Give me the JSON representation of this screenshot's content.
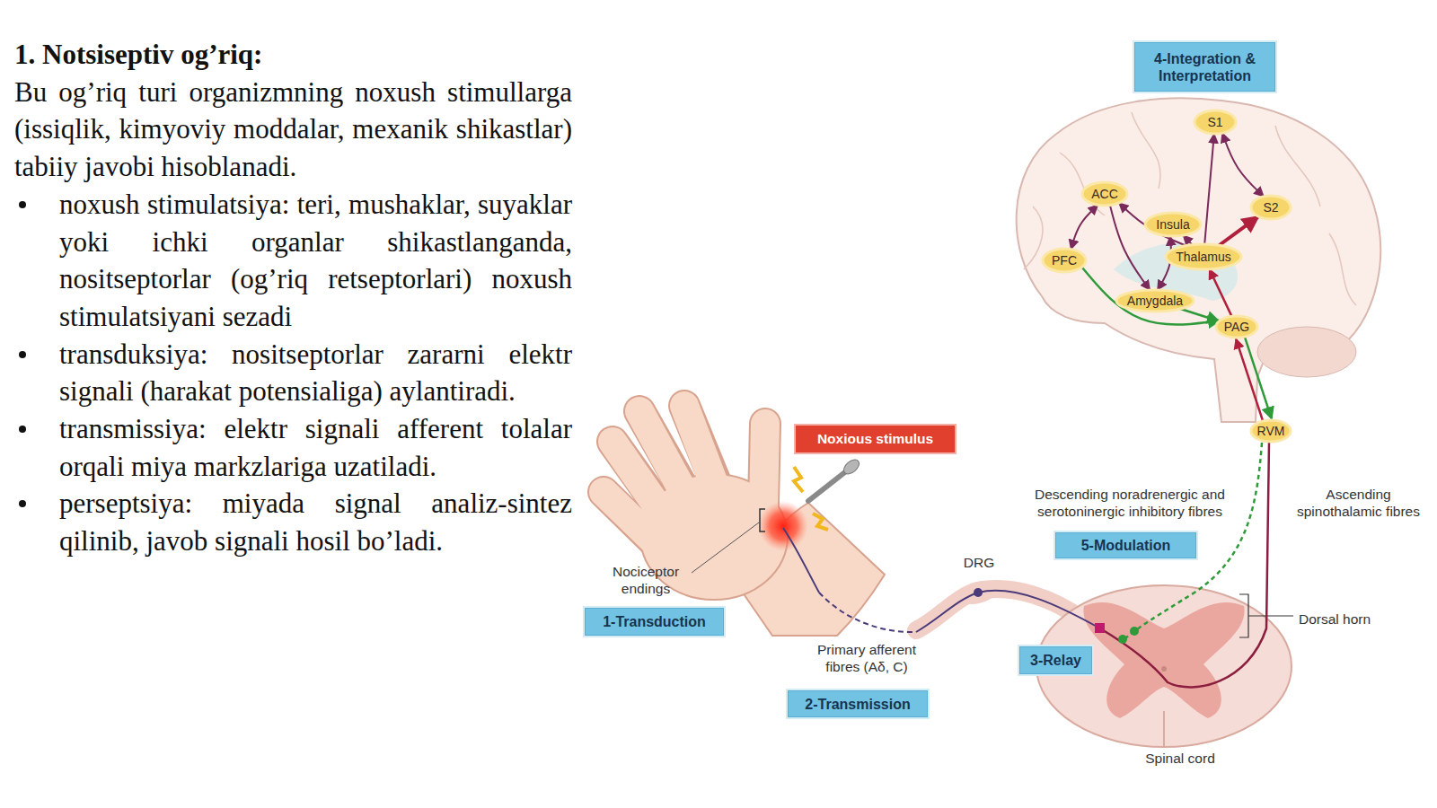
{
  "diagram": {
    "title": "1. Notsiseptiv og’riq:",
    "nodes": [
      {
        "text": [
          "4-Integration & Interpretation"
        ]
      },
      {
        "text": [
          "S1"
        ]
      },
      {
        "text": [
          "ACC"
        ]
      },
      {
        "text": [
          "S2"
        ]
      },
      {
        "text": [
          "Insula"
        ]
      },
      {
        "text": [
          "PFC"
        ]
      },
      {
        "text": [
          "Thalamus"
        ]
      },
      {
        "text": [
          "Amygdala"
        ]
      },
      {
        "text": [
          "PAG"
        ]
      },
      {
        "text": [
          "RVM"
        ]
      },
      {
        "text": [
          "Noxious stimulus"
        ]
      },
      {
        "text": [
          "5-Modulation"
        ]
      },
      {
        "text": [
          "1-Transduction"
        ]
      },
      {
        "text": [
          "3-Relay"
        ]
      },
      {
        "text": [
          "2-Transmission"
        ]
      }
    ],
    "edges": [
      {
        "from": 6,
        "to": 1,
        "arrow": "to"
      },
      {
        "from": 6,
        "to": 3,
        "arrow": "to"
      },
      {
        "from": 1,
        "to": 3,
        "arrow": "both"
      },
      {
        "from": 6,
        "to": 2,
        "arrow": "to"
      },
      {
        "from": 6,
        "to": 4,
        "arrow": "to"
      },
      {
        "from": 4,
        "to": 7,
        "arrow": "both"
      },
      {
        "from": 2,
        "to": 5,
        "arrow": "both"
      },
      {
        "from": 2,
        "to": 7,
        "arrow": "to"
      },
      {
        "from": 5,
        "to": 8,
        "arrow": "to"
      },
      {
        "from": 7,
        "to": 8,
        "arrow": "to"
      },
      {
        "from": 8,
        "to": 9,
        "arrow": "to"
      },
      {
        "from": 9,
        "to": 8,
        "arrow": "to"
      },
      {
        "from": 8,
        "to": 6,
        "arrow": "to"
      }
    ],
    "labels": [
      "Bu og’riq turi organizmning noxush stimullarga (issiqlik, kimyoviy moddalar, mexanik shikastlar) tabiiy javobi hisoblanadi.",
      "noxush stimulatsiya: teri, mushaklar, suyaklar yoki ichki organlar shikastlanganda, nositseptorlar (og’riq retseptorlari) noxush stimulatsiyani sezadi",
      "transduksiya: nositseptorlar zararni elektr signali (harakat potensialiga) aylantiradi.",
      "transmissiya: elektr signali afferent tolalar orqali miya markzlariga uzatiladi.",
      "perseptsiya: miyada signal analiz-sintez qilinib, javob signali hosil bo’ladi.",
      "Descending noradrenergic and serotoninergic inhibitory fibres",
      "Ascending spinothalamic fibres",
      "Nociceptor endings",
      "DRG",
      "Primary afferent fibres (Aδ, C)",
      "Dorsal horn",
      "Spinal cord"
    ]
  }
}
